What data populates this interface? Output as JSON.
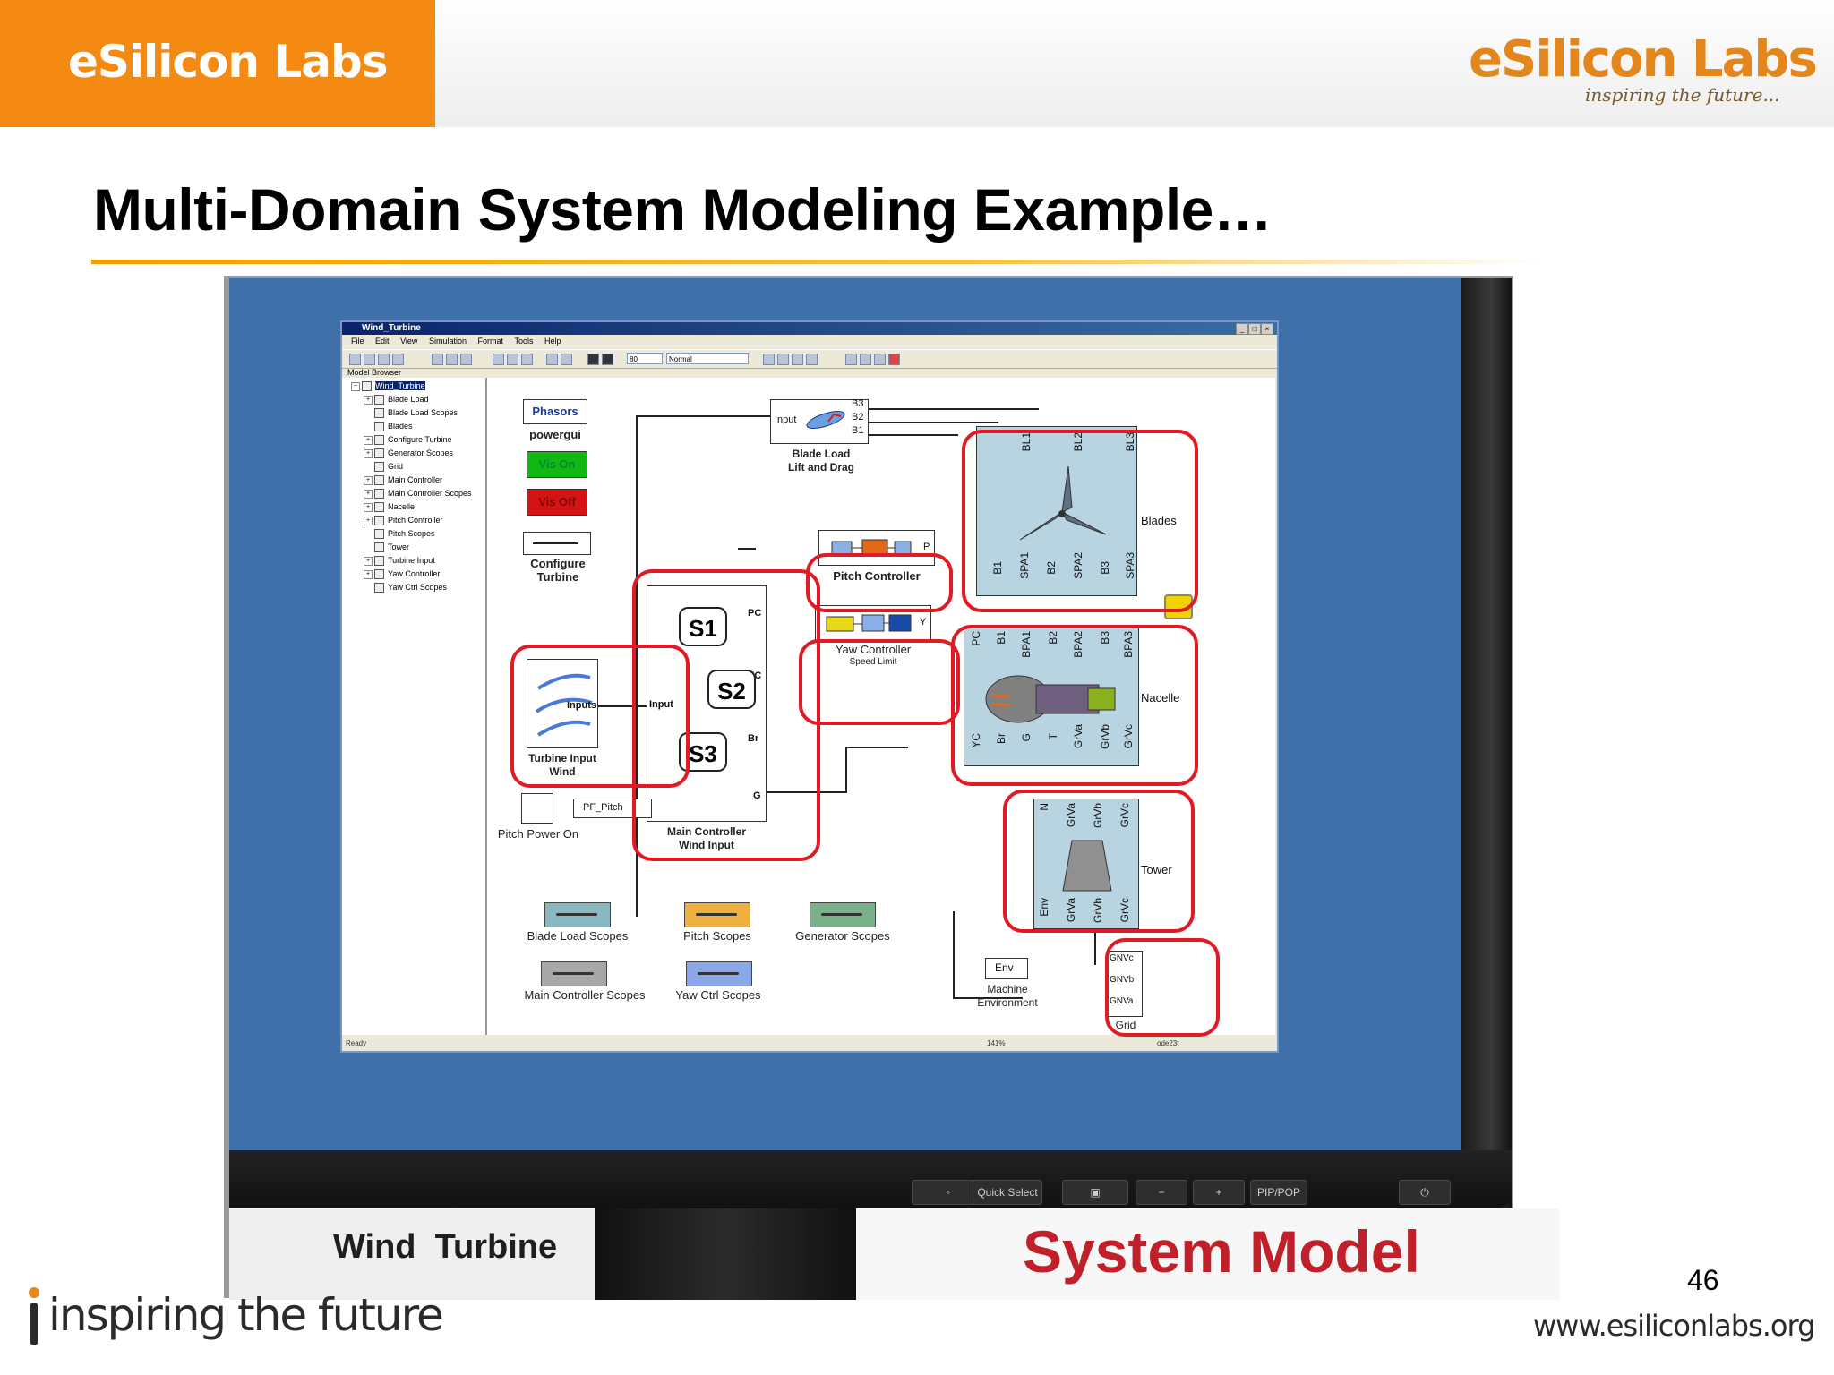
{
  "header": {
    "brand_label": "eSilicon Labs",
    "logo_text": "eSilicon Labs",
    "logo_tagline": "inspiring the future..."
  },
  "slide": {
    "title": "Multi-Domain System Modeling Example…",
    "page_number": "46"
  },
  "photo": {
    "left_caption": "Wind  Turbine",
    "right_caption": "System Model",
    "monitor_buttons": [
      "Quick Select",
      "PIP/POP"
    ]
  },
  "simulink": {
    "window_title": "Wind_Turbine",
    "menu": [
      "File",
      "Edit",
      "View",
      "Simulation",
      "Format",
      "Tools",
      "Help"
    ],
    "stop_time": "80",
    "sim_mode": "Normal",
    "browser_title": "Model Browser",
    "tree": [
      "Wind_Turbine",
      "Blade Load",
      "Blade Load Scopes",
      "Blades",
      "Configure Turbine",
      "Generator Scopes",
      "Grid",
      "Main Controller",
      "Main Controller Scopes",
      "Nacelle",
      "Pitch Controller",
      "Pitch Scopes",
      "Tower",
      "Turbine Input",
      "Yaw Controller",
      "Yaw Ctrl Scopes"
    ],
    "status": "Ready",
    "zoom": "141%",
    "solver": "ode23t",
    "blocks": {
      "phasors": "Phasors",
      "powergui": "powergui",
      "vis_on": "Vis On",
      "vis_off": "Vis Off",
      "configure_turbine": "Configure\nTurbine",
      "blade_load": "Blade Load\nLift and Drag",
      "blade_load_input": "Input",
      "pitch_controller": "Pitch Controller",
      "yaw_controller": "Yaw Controller",
      "yaw_sub": "Speed Limit",
      "turbine_input": "Turbine Input\nWind",
      "inputs": "Inputs",
      "input": "Input",
      "main_controller": "Main Controller\nWind Input",
      "s1": "S1",
      "s2": "S2",
      "s3": "S3",
      "pitch_power": "Pitch Power On",
      "pf_label": "PF_Pitch",
      "blades": "Blades",
      "nacelle": "Nacelle",
      "tower": "Tower",
      "grid": "Grid",
      "env": "Env",
      "machine_env": "Machine\nEnvironment",
      "blade_load_scopes": "Blade Load Scopes",
      "pitch_scopes": "Pitch Scopes",
      "generator_scopes": "Generator Scopes",
      "main_controller_scopes": "Main Controller Scopes",
      "yaw_ctrl_scopes": "Yaw Ctrl Scopes"
    },
    "ports": {
      "blade_out": [
        "B3",
        "B2",
        "B1"
      ],
      "blades_top": [
        "BL1",
        "BL2",
        "BL3"
      ],
      "blades_bottom": [
        "B1",
        "SPA1",
        "B2",
        "SPA2",
        "B3",
        "SPA3"
      ],
      "nacelle_top": [
        "PC",
        "B1",
        "BPA1",
        "B2",
        "BPA2",
        "B3",
        "BPA3"
      ],
      "nacelle_bottom": [
        "YC",
        "Br",
        "G",
        "T",
        "GrVa",
        "GrVb",
        "GrVc"
      ],
      "tower_top": [
        "N",
        "GrVa",
        "GrVb",
        "GrVc"
      ],
      "tower_bottom": [
        "Env",
        "GrVa",
        "GrVb",
        "GrVc"
      ],
      "grid": [
        "GNVc",
        "GNVb",
        "GNVa"
      ],
      "main_out": [
        "PC",
        "YC",
        "Br",
        "G"
      ],
      "pitch_p": "P",
      "yaw_y": "Y"
    }
  },
  "footer": {
    "tagline": "inspiring the future",
    "website": "www.esiliconlabs.org"
  },
  "colors": {
    "brand_orange": "#f48a12",
    "highlight_red": "#e01b24",
    "screen_blue": "#3f6fa8",
    "system_model_red": "#c0202a"
  }
}
